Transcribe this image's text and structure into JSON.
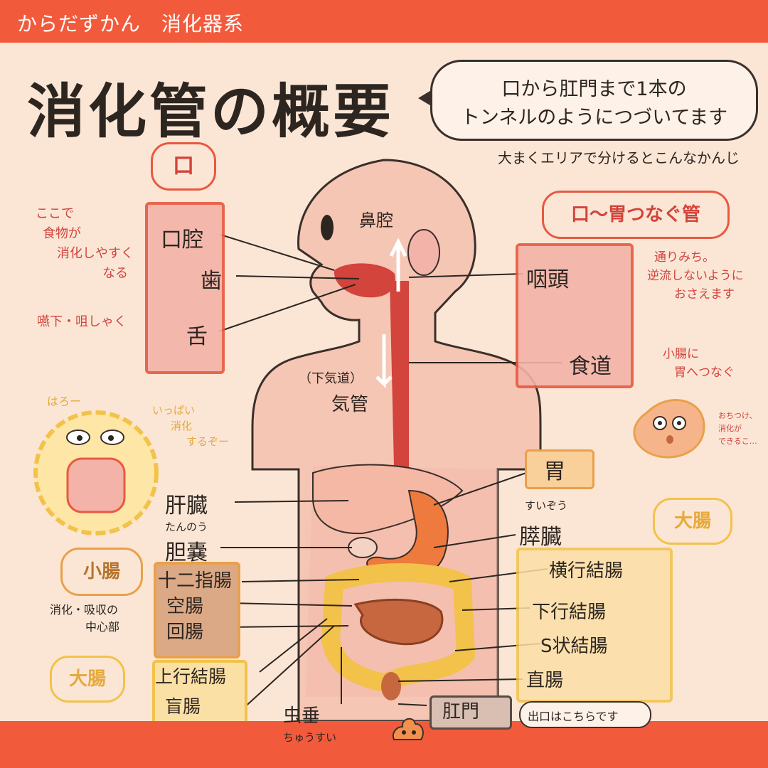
{
  "header": {
    "title": "からだずかん　消化器系"
  },
  "main_title": "消化管の概要",
  "speech": {
    "line1": "口から肛門まで1本の",
    "line2": "トンネルのようにつづいてます"
  },
  "subtitle": "大まくエリアで分けるとこんなかんじ",
  "mouth_section": {
    "tag": "口",
    "notes": [
      "ここで",
      "食物が",
      "消化しやすく",
      "なる",
      "嚥下・咀しゃく"
    ],
    "labels": [
      "口腔",
      "歯",
      "舌"
    ]
  },
  "head_labels": {
    "nasal": "鼻腔",
    "trachea_sub": "（下気道）",
    "trachea": "気管"
  },
  "tube_section": {
    "tag": "口〜胃つなぐ管",
    "notes": [
      "通りみち。",
      "逆流しないように",
      "おさえます",
      "小腸に",
      "胃へつなぐ",
      "おちつけ、",
      "消化が",
      "できるこ…"
    ],
    "labels": [
      "咽頭",
      "食道"
    ]
  },
  "intestine_chars": {
    "note1": "はろー",
    "note2": "いっぱい",
    "note3": "消化",
    "note4": "するぞー"
  },
  "organ_labels": {
    "liver": "肝臓",
    "gallbladder_reading": "たんのう",
    "gallbladder": "胆嚢",
    "stomach": "胃",
    "pancreas_reading": "すいぞう",
    "pancreas": "膵臓"
  },
  "small_intestine": {
    "tag": "小腸",
    "note1": "消化・吸収の",
    "note2": "中心部",
    "labels": [
      "十二指腸",
      "空腸",
      "回腸"
    ]
  },
  "large_intestine": {
    "tag": "大腸",
    "tag_right": "大腸",
    "labels_left": [
      "上行結腸",
      "盲腸"
    ],
    "labels_right": [
      "横行結腸",
      "下行結腸",
      "S状結腸",
      "直腸"
    ]
  },
  "appendix": {
    "label": "虫垂",
    "reading": "ちゅうすい"
  },
  "anus": {
    "label": "肛門",
    "note": "出口はこちらです"
  },
  "colors": {
    "accent": "#f25a3c",
    "bg": "#fbe6d6",
    "skin": "#f6c6b4",
    "red": "#d2443c",
    "orange": "#e9a04a",
    "yellow": "#f2c24a"
  }
}
